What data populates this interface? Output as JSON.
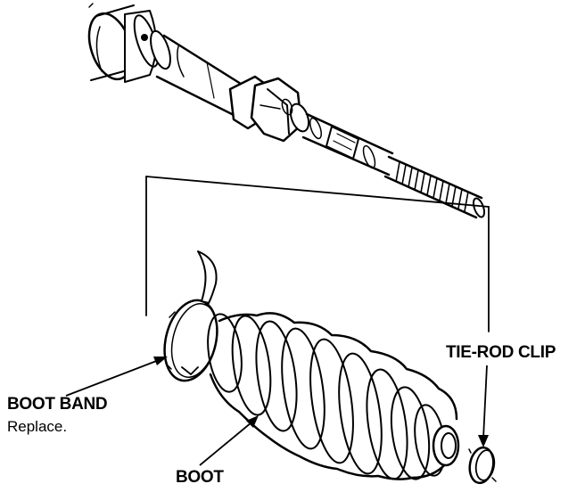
{
  "labels": {
    "boot_band": "BOOT BAND",
    "boot_band_note": "Replace.",
    "boot": "BOOT",
    "tie_rod_clip": "TIE-ROD CLIP"
  },
  "colors": {
    "ink": "#000000",
    "background": "#ffffff"
  }
}
